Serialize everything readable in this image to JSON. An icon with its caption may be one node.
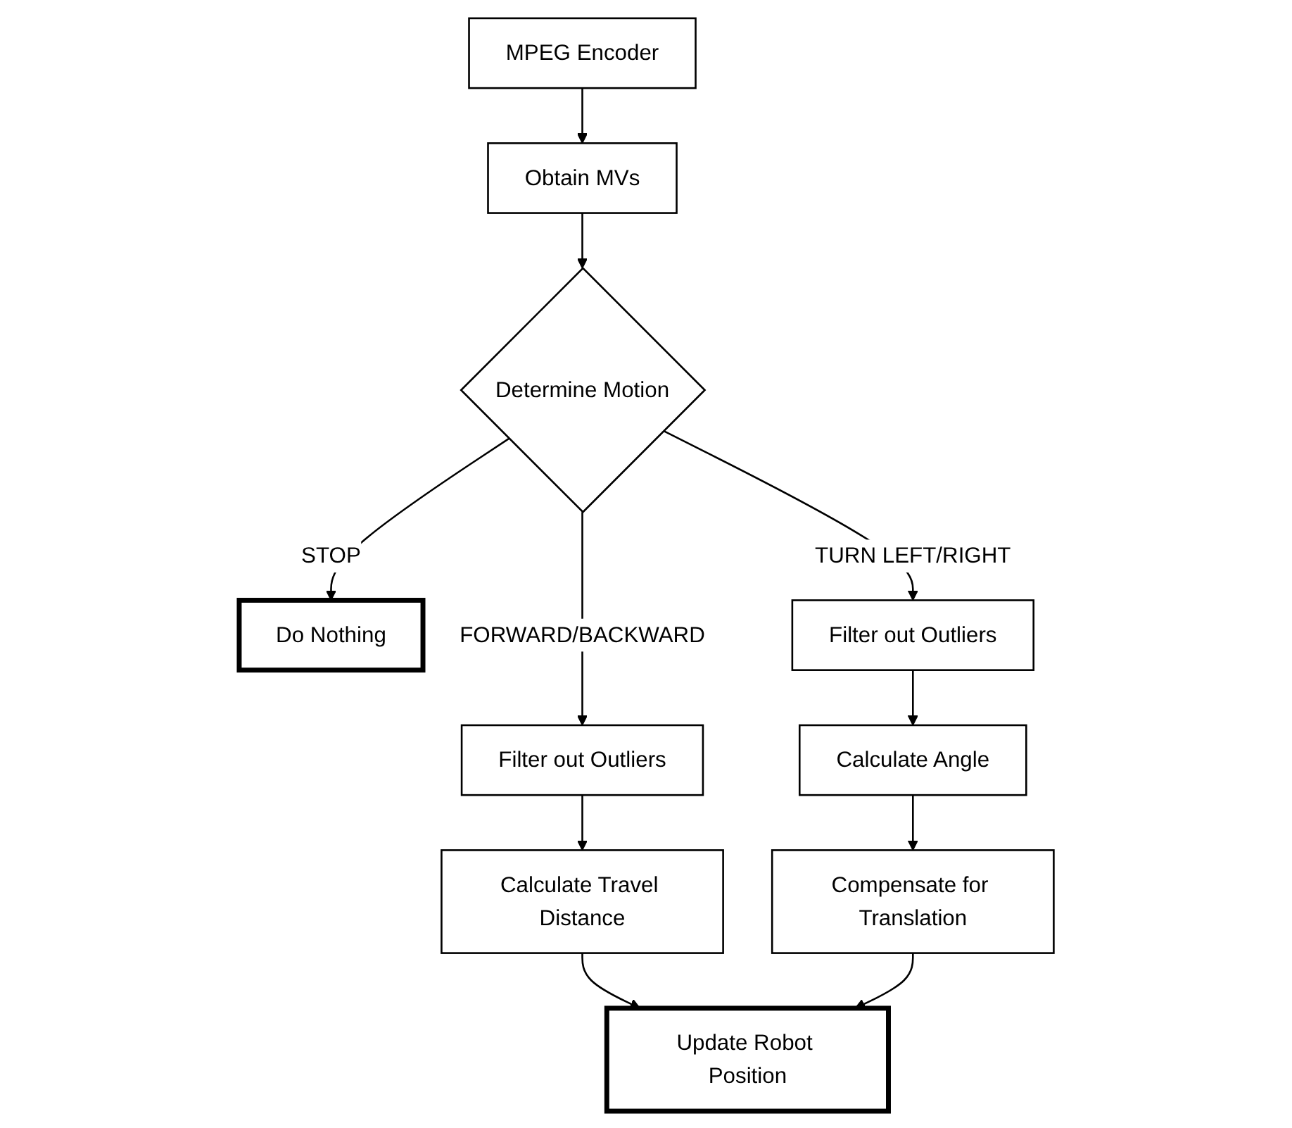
{
  "diagram": {
    "nodes": [
      {
        "text": [
          "MPEG Encoder"
        ]
      },
      {
        "text": [
          "Obtain MVs"
        ]
      },
      {
        "text": [
          "Determine Motion"
        ]
      },
      {
        "text": [
          "Filter out Outliers"
        ]
      },
      {
        "text": [
          "Do Nothing"
        ]
      },
      {
        "text": [
          "Filter out Outliers"
        ]
      },
      {
        "text": [
          "Calculate Travel Distance"
        ]
      },
      {
        "text": [
          "Calculate Angle"
        ]
      },
      {
        "text": [
          "Compensate for Translation"
        ]
      },
      {
        "text": [
          "Update Robot Position"
        ]
      }
    ],
    "edges": [
      {
        "from": 0,
        "to": 1,
        "arrow": "to"
      },
      {
        "from": 1,
        "to": 2,
        "arrow": "to"
      },
      {
        "from": 2,
        "to": 3,
        "arrow": "to",
        "label": "FORWARD/BACKWARD"
      },
      {
        "from": 2,
        "to": 4,
        "arrow": "to",
        "label": "STOP"
      },
      {
        "from": 2,
        "to": 5,
        "arrow": "to",
        "label": "TURN LEFT/RIGHT"
      },
      {
        "from": 3,
        "to": 6,
        "arrow": "to"
      },
      {
        "from": 5,
        "to": 7,
        "arrow": "to"
      },
      {
        "from": 7,
        "to": 8,
        "arrow": "to"
      },
      {
        "from": 6,
        "to": 9,
        "arrow": "to"
      },
      {
        "from": 8,
        "to": 9,
        "arrow": "to"
      }
    ]
  }
}
